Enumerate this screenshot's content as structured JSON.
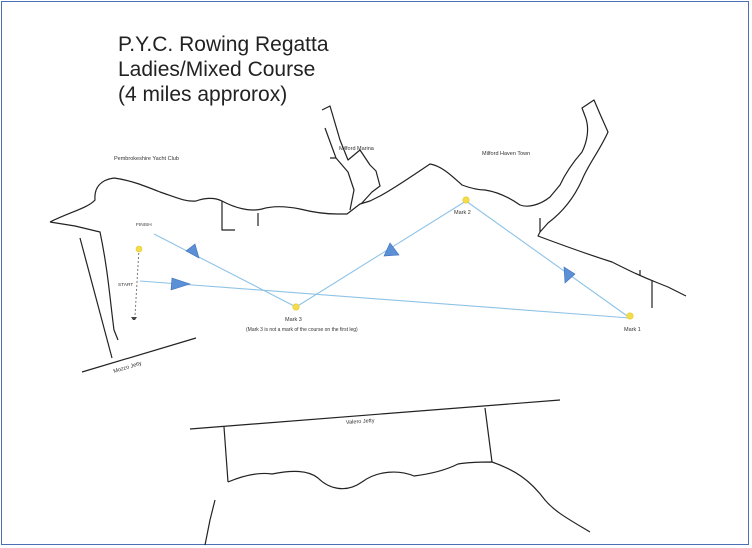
{
  "title": {
    "line1": "P.Y.C. Rowing Regatta",
    "line2": "Ladies/Mixed Course",
    "line3": "(4 miles approrox)"
  },
  "places": {
    "yacht_club": "Pembrokeshire Yacht Club",
    "marina": "Milford Marina",
    "town": "Milford Haven Town",
    "mozzo_jetty": "Mozzo Jetty",
    "valero_jetty": "Valero Jetty"
  },
  "course": {
    "finish": "FINISH",
    "start": "START",
    "mark1": "Mark 1",
    "mark2": "Mark 2",
    "mark3": "Mark 3",
    "mark3_note": "(Mark 3 is not a mark of the course on the first leg)"
  },
  "colors": {
    "course_line": "#8fc3e6",
    "arrow": "#5b8fd6",
    "mark": "#f3dd4a",
    "coast": "#222222",
    "frame": "#4a6fb5"
  }
}
